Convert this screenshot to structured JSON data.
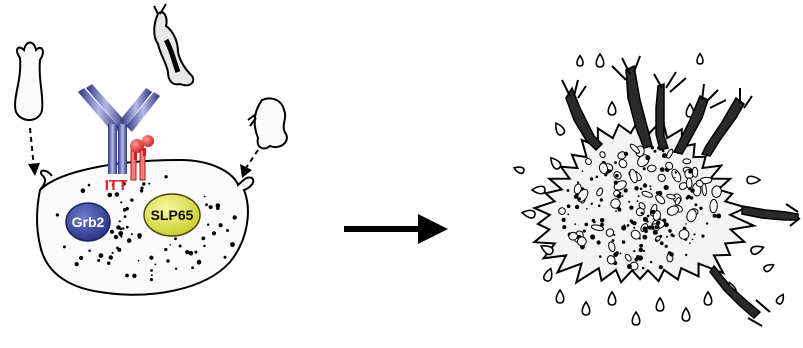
{
  "labels": {
    "itt": "ITT",
    "grb2": "Grb2",
    "slp65": "SLP65"
  },
  "colors": {
    "receptor_blue": "#3f4aa0",
    "receptor_light": "#a9b0e0",
    "itt_red": "#e0202a",
    "grb2_fill": "#2f3e9c",
    "slp65_fill": "#e6e84a",
    "ink": "#000000"
  },
  "icons": [
    "arrow-right-icon",
    "antibody-receptor-icon",
    "cell-icon",
    "cellular-fragment-icon"
  ]
}
